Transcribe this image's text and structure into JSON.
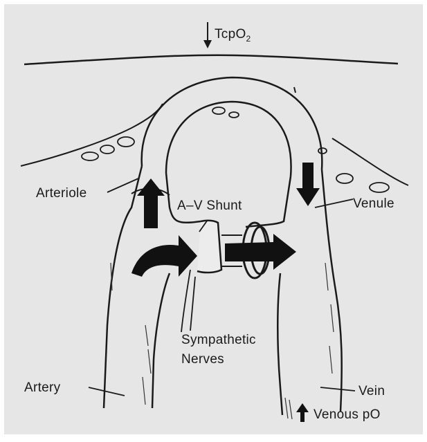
{
  "labels": {
    "tcpo2_main": "TcpO",
    "tcpo2_sub": "2",
    "arteriole": "Arteriole",
    "av_shunt": "A–V Shunt",
    "venule": "Venule",
    "sympathetic_line1": "Sympathetic",
    "sympathetic_line2": "Nerves",
    "artery": "Artery",
    "vein": "Vein",
    "venous_po": "Venous pO"
  },
  "colors": {
    "background": "#e9e9e9",
    "frame": "#ffffff",
    "ink": "#1a1a1a",
    "vessel_fill": "#ececec"
  }
}
